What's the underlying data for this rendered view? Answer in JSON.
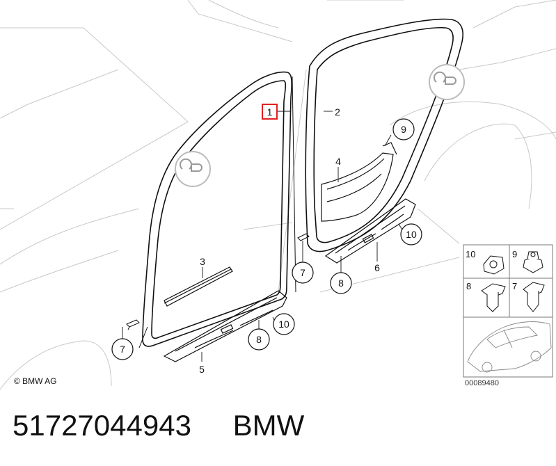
{
  "callouts": {
    "c1": "1",
    "c2": "2",
    "c3": "3",
    "c4": "4",
    "c5": "5",
    "c6": "6",
    "c7a": "7",
    "c7b": "7",
    "c8a": "8",
    "c8b": "8",
    "c9": "9",
    "c10a": "10",
    "c10b": "10"
  },
  "legend": {
    "p10": "10",
    "p9": "9",
    "p8": "8",
    "p7": "7"
  },
  "copyright": "© BMW AG",
  "reference_number": "00089480",
  "caption": {
    "part_number": "51727044943",
    "brand": "BMW"
  },
  "colors": {
    "highlight": "#e02020",
    "outline": "#111111",
    "faint": "#c8c8c8"
  }
}
